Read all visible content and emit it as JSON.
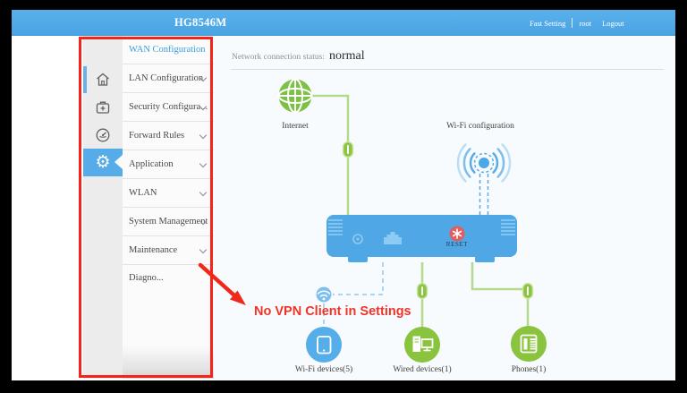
{
  "header": {
    "title": "HG8546M",
    "fast_setting": "Fast Setting",
    "user": "root",
    "logout": "Logout"
  },
  "sidebar": {
    "rail_icons": [
      "home",
      "first-aid-kit",
      "meter",
      "settings"
    ],
    "active_rail_icon": "settings",
    "menu": [
      {
        "label": "WAN Configuration",
        "active": true
      },
      {
        "label": "LAN Configuration",
        "active": false
      },
      {
        "label": "Security Configura...",
        "active": false
      },
      {
        "label": "Forward Rules",
        "active": false
      },
      {
        "label": "Application",
        "active": false
      },
      {
        "label": "WLAN",
        "active": false
      },
      {
        "label": "System Management",
        "active": false
      },
      {
        "label": "Maintenance Diagno...",
        "active": false
      }
    ]
  },
  "main": {
    "status_label": "Network connection status:",
    "status_value": "normal"
  },
  "diagram": {
    "internet_label": "Internet",
    "wifi_config_label": "Wi-Fi configuration",
    "reset_label": "RESET",
    "devices": [
      {
        "label": "Wi-Fi devices(5)",
        "type": "wifi"
      },
      {
        "label": "Wired devices(1)",
        "type": "wired"
      },
      {
        "label": "Phones(1)",
        "type": "phone"
      }
    ]
  },
  "annotation": {
    "text": "No VPN Client in Settings",
    "rect_color": "#f3241b",
    "text_color": "#f03428"
  },
  "colors": {
    "topbar_blue": "#53ace6",
    "accent_blue": "#55ace8",
    "device_green": "#8bc540",
    "line_green": "#b3d98c",
    "reset_red": "#e25d5d"
  }
}
